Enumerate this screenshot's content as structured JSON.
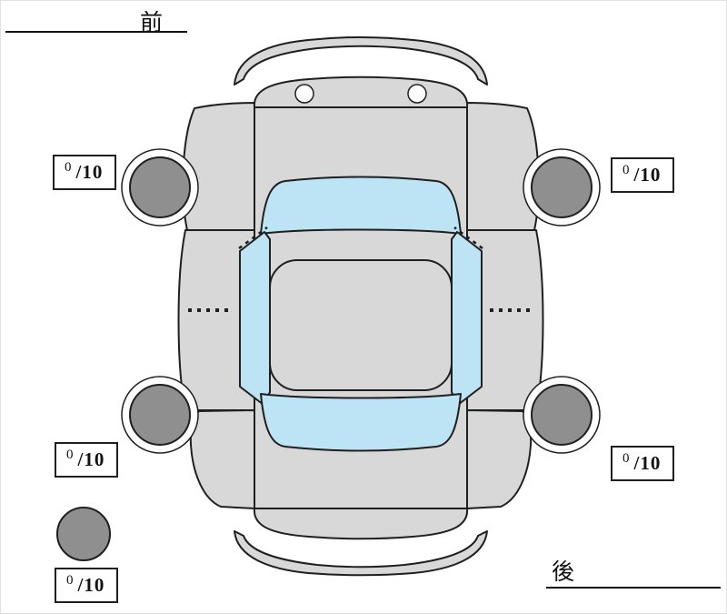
{
  "diagram": {
    "orientation": {
      "front_label": "前",
      "rear_label": "後"
    }
  },
  "tread_depths": {
    "front_left": {
      "value": "0",
      "unit": "/10"
    },
    "front_right": {
      "value": "0",
      "unit": "/10"
    },
    "rear_left": {
      "value": "0",
      "unit": "/10"
    },
    "rear_right": {
      "value": "0",
      "unit": "/10"
    },
    "spare": {
      "value": "0",
      "unit": "/10"
    }
  },
  "colors": {
    "body": "#d8d8d8",
    "glass": "#bce4f5",
    "wheel": "#8f8f8f",
    "outline": "#1f1f1f",
    "background": "#ffffff"
  }
}
